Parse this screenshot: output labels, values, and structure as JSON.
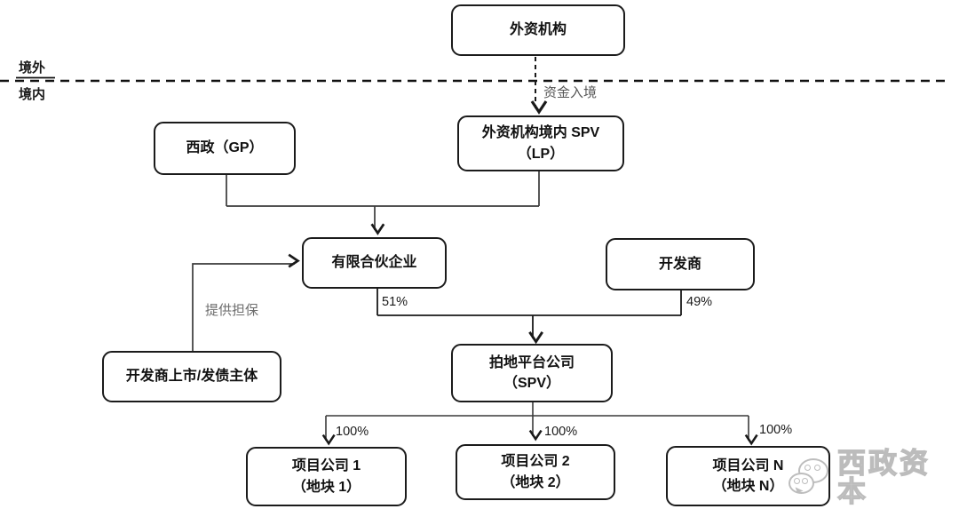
{
  "regions": {
    "offshore": "境外",
    "onshore": "境内"
  },
  "nodes": {
    "foreign_institution": {
      "label": "外资机构"
    },
    "xizheng_gp": {
      "label": "西政（GP）"
    },
    "foreign_spv_lp": {
      "line1": "外资机构境内 SPV",
      "line2": "（LP）"
    },
    "limited_partnership": {
      "label": "有限合伙企业"
    },
    "developer": {
      "label": "开发商"
    },
    "developer_bond_entity": {
      "label": "开发商上市/发债主体"
    },
    "land_platform": {
      "line1": "拍地平台公司",
      "line2": "（SPV）"
    },
    "project_1": {
      "line1": "项目公司 1",
      "line2": "（地块 1）"
    },
    "project_2": {
      "line1": "项目公司 2",
      "line2": "（地块 2）"
    },
    "project_n": {
      "line1": "项目公司 N",
      "line2": "（地块 N）"
    }
  },
  "edge_labels": {
    "capital_inbound": "资金入境",
    "guarantee": "提供担保",
    "lp_share": "51%",
    "developer_share": "49%",
    "project1_share": "100%",
    "project2_share": "100%",
    "projectn_share": "100%"
  },
  "watermark": {
    "brand": "西政资本",
    "icon": "wechat-icon"
  },
  "colors": {
    "line": "#1a1a1a",
    "muted_label": "#6e6e6e",
    "watermark_gray": "#bdbdbd"
  }
}
